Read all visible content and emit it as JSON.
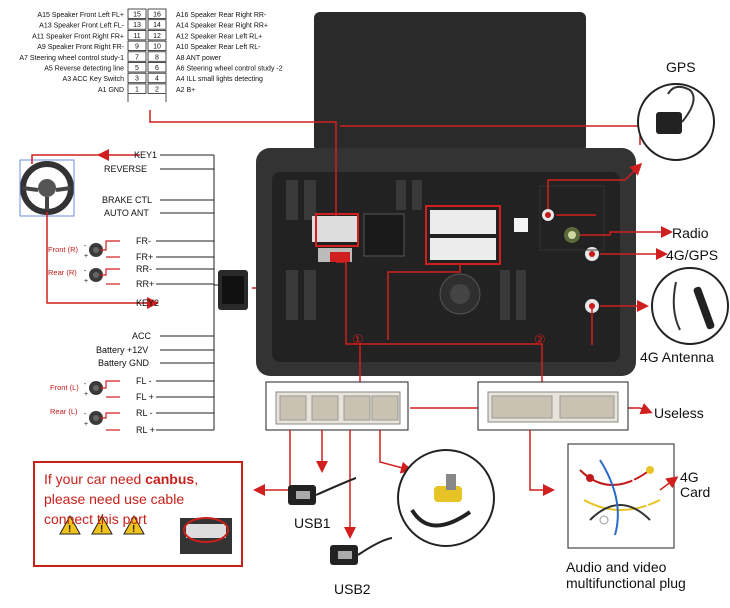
{
  "pinout": {
    "left": [
      {
        "pin": "A15",
        "label": "Speaker Front Left FL+"
      },
      {
        "pin": "A13",
        "label": "Speaker Front Left FL-"
      },
      {
        "pin": "A11",
        "label": "Speaker Front Right FR+"
      },
      {
        "pin": "A9",
        "label": "Speaker Front Right FR-"
      },
      {
        "pin": "A7",
        "label": "Steering wheel control study-1"
      },
      {
        "pin": "A5",
        "label": "Reverse detecting line"
      },
      {
        "pin": "A3",
        "label": "ACC Key Switch"
      },
      {
        "pin": "A1",
        "label": "GND"
      }
    ],
    "right": [
      {
        "pin": "A16",
        "label": "Speaker Rear Right RR-"
      },
      {
        "pin": "A14",
        "label": "Speaker Rear Right RR+"
      },
      {
        "pin": "A12",
        "label": "Speaker Rear Left RL+"
      },
      {
        "pin": "A10",
        "label": "Speaker Rear Left RL-"
      },
      {
        "pin": "A8",
        "label": "ANT power"
      },
      {
        "pin": "A6",
        "label": "Steering wheel control study -2"
      },
      {
        "pin": "A4",
        "label": "ILL small lights detecting"
      },
      {
        "pin": "A2",
        "label": "B+"
      }
    ],
    "grid": [
      [
        "15",
        "16"
      ],
      [
        "13",
        "14"
      ],
      [
        "11",
        "12"
      ],
      [
        "9",
        "10"
      ],
      [
        "7",
        "8"
      ],
      [
        "5",
        "6"
      ],
      [
        "3",
        "4"
      ],
      [
        "1",
        "2"
      ]
    ]
  },
  "harness": {
    "key1": "KEY1",
    "reverse": "REVERSE",
    "brake": "BRAKE CTL",
    "auto_ant": "AUTO ANT",
    "front_r": "Front (R)",
    "rear_r": "Rear (R)",
    "fr_minus": "FR-",
    "fr_plus": "FR+",
    "rr_minus": "RR-",
    "rr_plus": "RR+",
    "key2": "KEY2",
    "acc": "ACC",
    "battery12": "Battery +12V",
    "battery_gnd": "Battery GND",
    "front_l": "Front (L)",
    "rear_l": "Rear (L)",
    "fl_minus": "FL -",
    "fl_plus": "FL +",
    "rl_minus": "RL -",
    "rl_plus": "RL +",
    "minus": "-",
    "plus": "+"
  },
  "labels": {
    "gps": "GPS",
    "radio": "Radio",
    "g4gps": "4G/GPS",
    "antenna": "4G Antenna",
    "useless": "Useless",
    "card_line1": "4G",
    "card_line2": "Card",
    "usb1": "USB1",
    "usb2": "USB2",
    "av_line1": "Audio and video",
    "av_line2": "multifunctional plug",
    "port1": "①",
    "port2": "②"
  },
  "warning": {
    "line1_pre": "If your car need ",
    "line1_bold": "canbus",
    "line1_post": ",",
    "line2": "please need use cable",
    "line3": "connect this port"
  },
  "colors": {
    "accent": "#d11f1f",
    "panel": "#2b2b2b"
  }
}
